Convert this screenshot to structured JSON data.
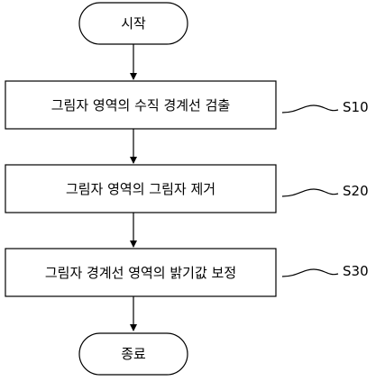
{
  "flowchart": {
    "start": {
      "label": "시작"
    },
    "steps": [
      {
        "label": "그림자 영역의 수직 경계선 검출",
        "code": "S10"
      },
      {
        "label": "그림자 영역의 그림자 제거",
        "code": "S20"
      },
      {
        "label": "그림자 경계선 영역의 밝기값 보정",
        "code": "S30"
      }
    ],
    "end": {
      "label": "종료"
    }
  }
}
